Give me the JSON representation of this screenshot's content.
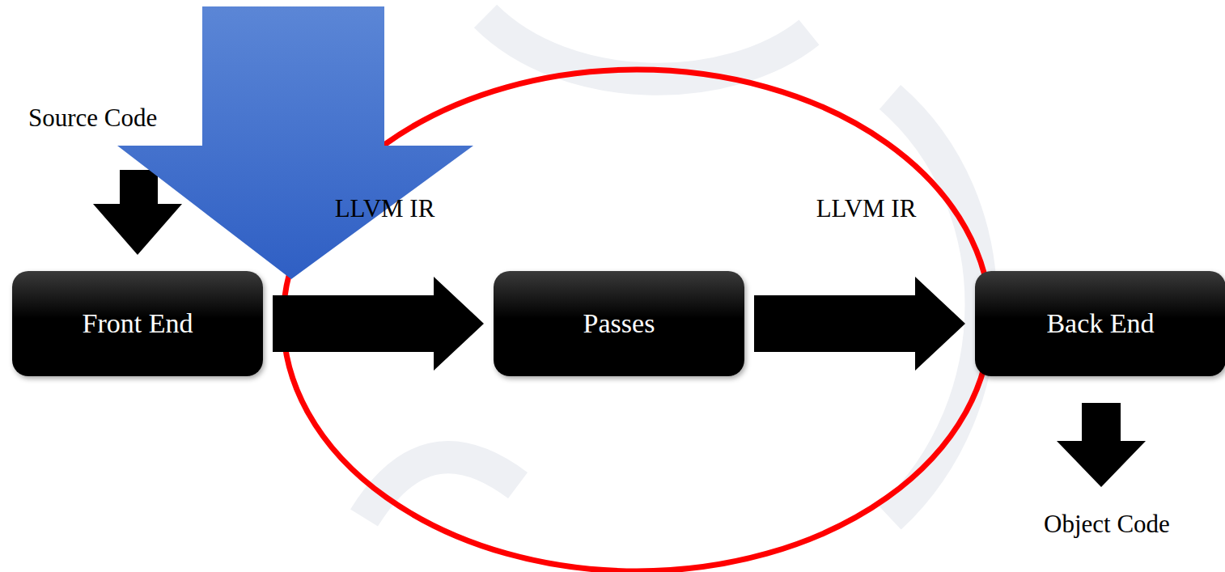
{
  "diagram": {
    "nodes": [
      {
        "text": [
          "Front End"
        ]
      },
      {
        "text": [
          "Passes"
        ]
      },
      {
        "text": [
          "Back End"
        ]
      }
    ],
    "edges": [
      {
        "from": 0,
        "to": 1,
        "label": "LLVM IR",
        "arrow": "to"
      },
      {
        "from": 1,
        "to": 2,
        "label": "LLVM IR",
        "arrow": "to"
      }
    ],
    "labels": [
      "Source Code",
      "Object Code"
    ]
  }
}
